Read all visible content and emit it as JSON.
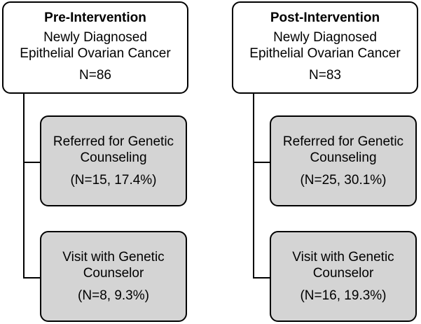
{
  "groups": [
    {
      "heading": "Pre-Intervention",
      "subtitle_line1": "Newly Diagnosed",
      "subtitle_line2": "Epithelial Ovarian Cancer",
      "count": "N=86",
      "steps": [
        {
          "label_line1": "Referred for Genetic",
          "label_line2": "Counseling",
          "value": "(N=15, 17.4%)"
        },
        {
          "label_line1": "Visit with Genetic",
          "label_line2": "Counselor",
          "value": "(N=8, 9.3%)"
        }
      ]
    },
    {
      "heading": "Post-Intervention",
      "subtitle_line1": "Newly Diagnosed",
      "subtitle_line2": "Epithelial Ovarian Cancer",
      "count": "N=83",
      "steps": [
        {
          "label_line1": "Referred for Genetic",
          "label_line2": "Counseling",
          "value": "(N=25, 30.1%)"
        },
        {
          "label_line1": "Visit with Genetic",
          "label_line2": "Counselor",
          "value": "(N=16, 19.3%)"
        }
      ]
    }
  ],
  "colors": {
    "step_fill": "#d4d4d4",
    "border": "#000000"
  }
}
